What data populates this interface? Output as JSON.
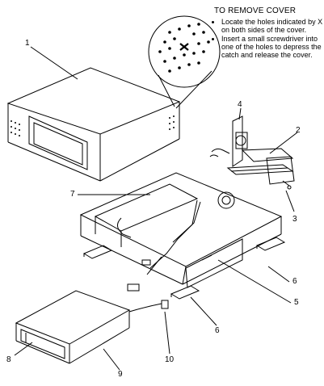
{
  "instructions": {
    "title": "TO REMOVE COVER",
    "steps": [
      "Locate the holes indicated by X on both sides of the cover.",
      "Insert a small screwdriver into one of the holes to depress the catch and release the cover."
    ]
  },
  "callouts": {
    "c1": "1",
    "c2": "2",
    "c3": "3",
    "c4": "4",
    "c5": "5",
    "c6a": "6",
    "c6b": "6",
    "c7": "7",
    "c8": "8",
    "c9": "9",
    "c10": "10"
  }
}
